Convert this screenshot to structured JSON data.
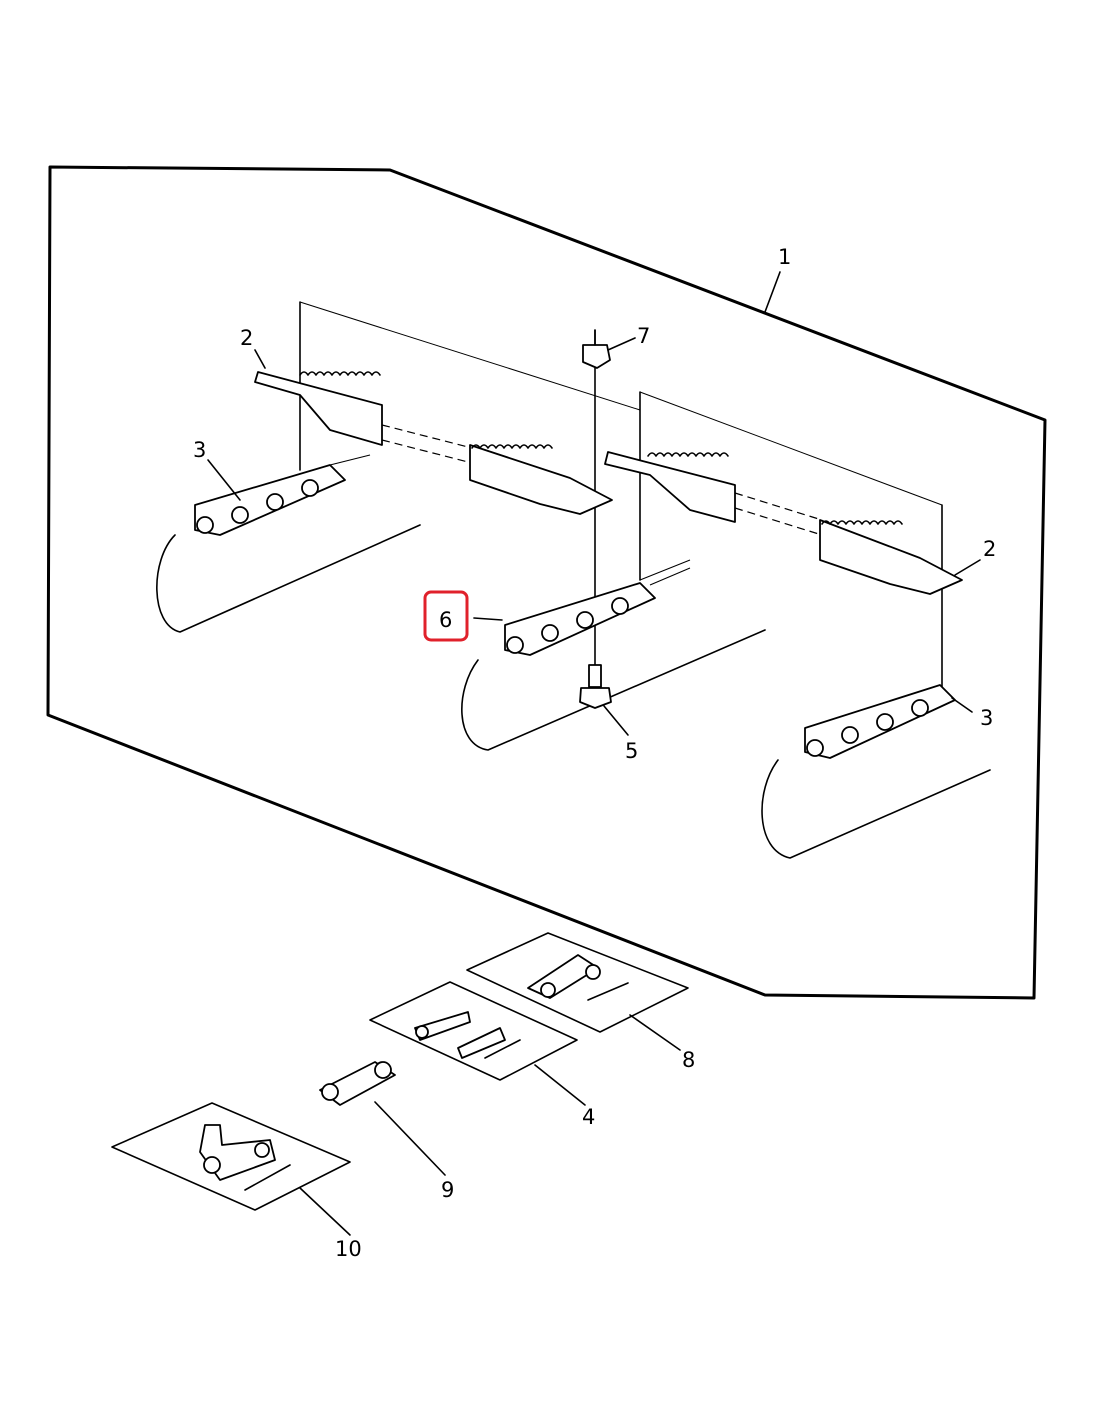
{
  "callouts": {
    "c1": "1",
    "c2a": "2",
    "c2b": "2",
    "c3a": "3",
    "c3b": "3",
    "c4": "4",
    "c5": "5",
    "c6": "6",
    "c7": "7",
    "c8": "8",
    "c9": "9",
    "c10": "10"
  },
  "highlight": {
    "callout": "6",
    "color": "#e0212b"
  }
}
